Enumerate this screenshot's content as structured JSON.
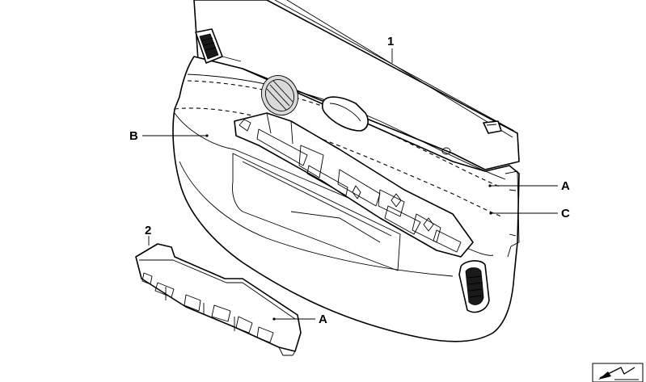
{
  "callouts": {
    "part_1": "1",
    "part_2": "2",
    "label_b": "B",
    "label_a_upper": "A",
    "label_c": "C",
    "label_a_lower": "A"
  },
  "icon": "navigation-arrow-icon"
}
